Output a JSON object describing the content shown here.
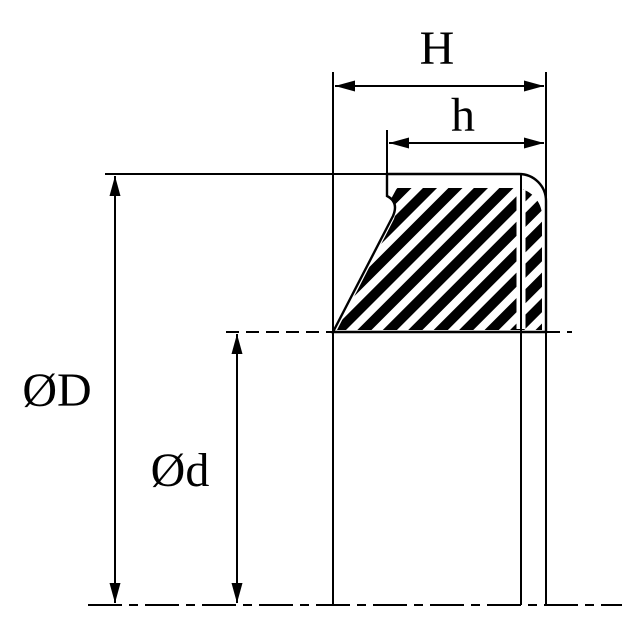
{
  "diagram": {
    "type": "technical-drawing",
    "subject": "wiper-seal-cross-section",
    "background_color": "#ffffff",
    "line_color": "#000000",
    "hatch_style": "bold-diagonal-stripes",
    "hatch_colors": [
      "#000000",
      "#ffffff"
    ],
    "labels": {
      "total_height": "H",
      "seal_height": "h",
      "outer_diameter": "ØD",
      "rod_diameter": "Ød"
    }
  }
}
